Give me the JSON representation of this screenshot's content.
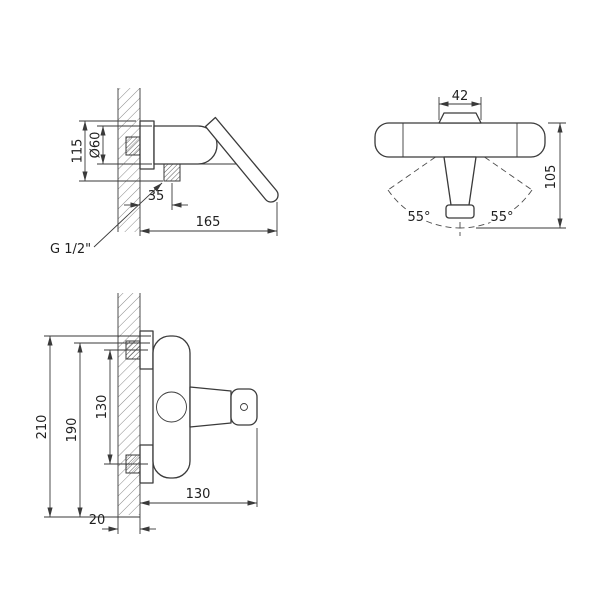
{
  "drawing": {
    "side_view": {
      "diameter_label": "Ø60",
      "height_label": "115",
      "outlet_offset_label": "35",
      "depth_label": "165",
      "thread_label": "G 1/2\""
    },
    "front_view": {
      "handle_width_label": "42",
      "height_label": "105",
      "swing_left_label": "55°",
      "swing_right_label": "55°"
    },
    "plan_view": {
      "overall_height_label": "210",
      "body_height_label": "190",
      "inlet_centers_label": "130",
      "depth_label": "130",
      "wall_thickness_label": "20"
    }
  }
}
